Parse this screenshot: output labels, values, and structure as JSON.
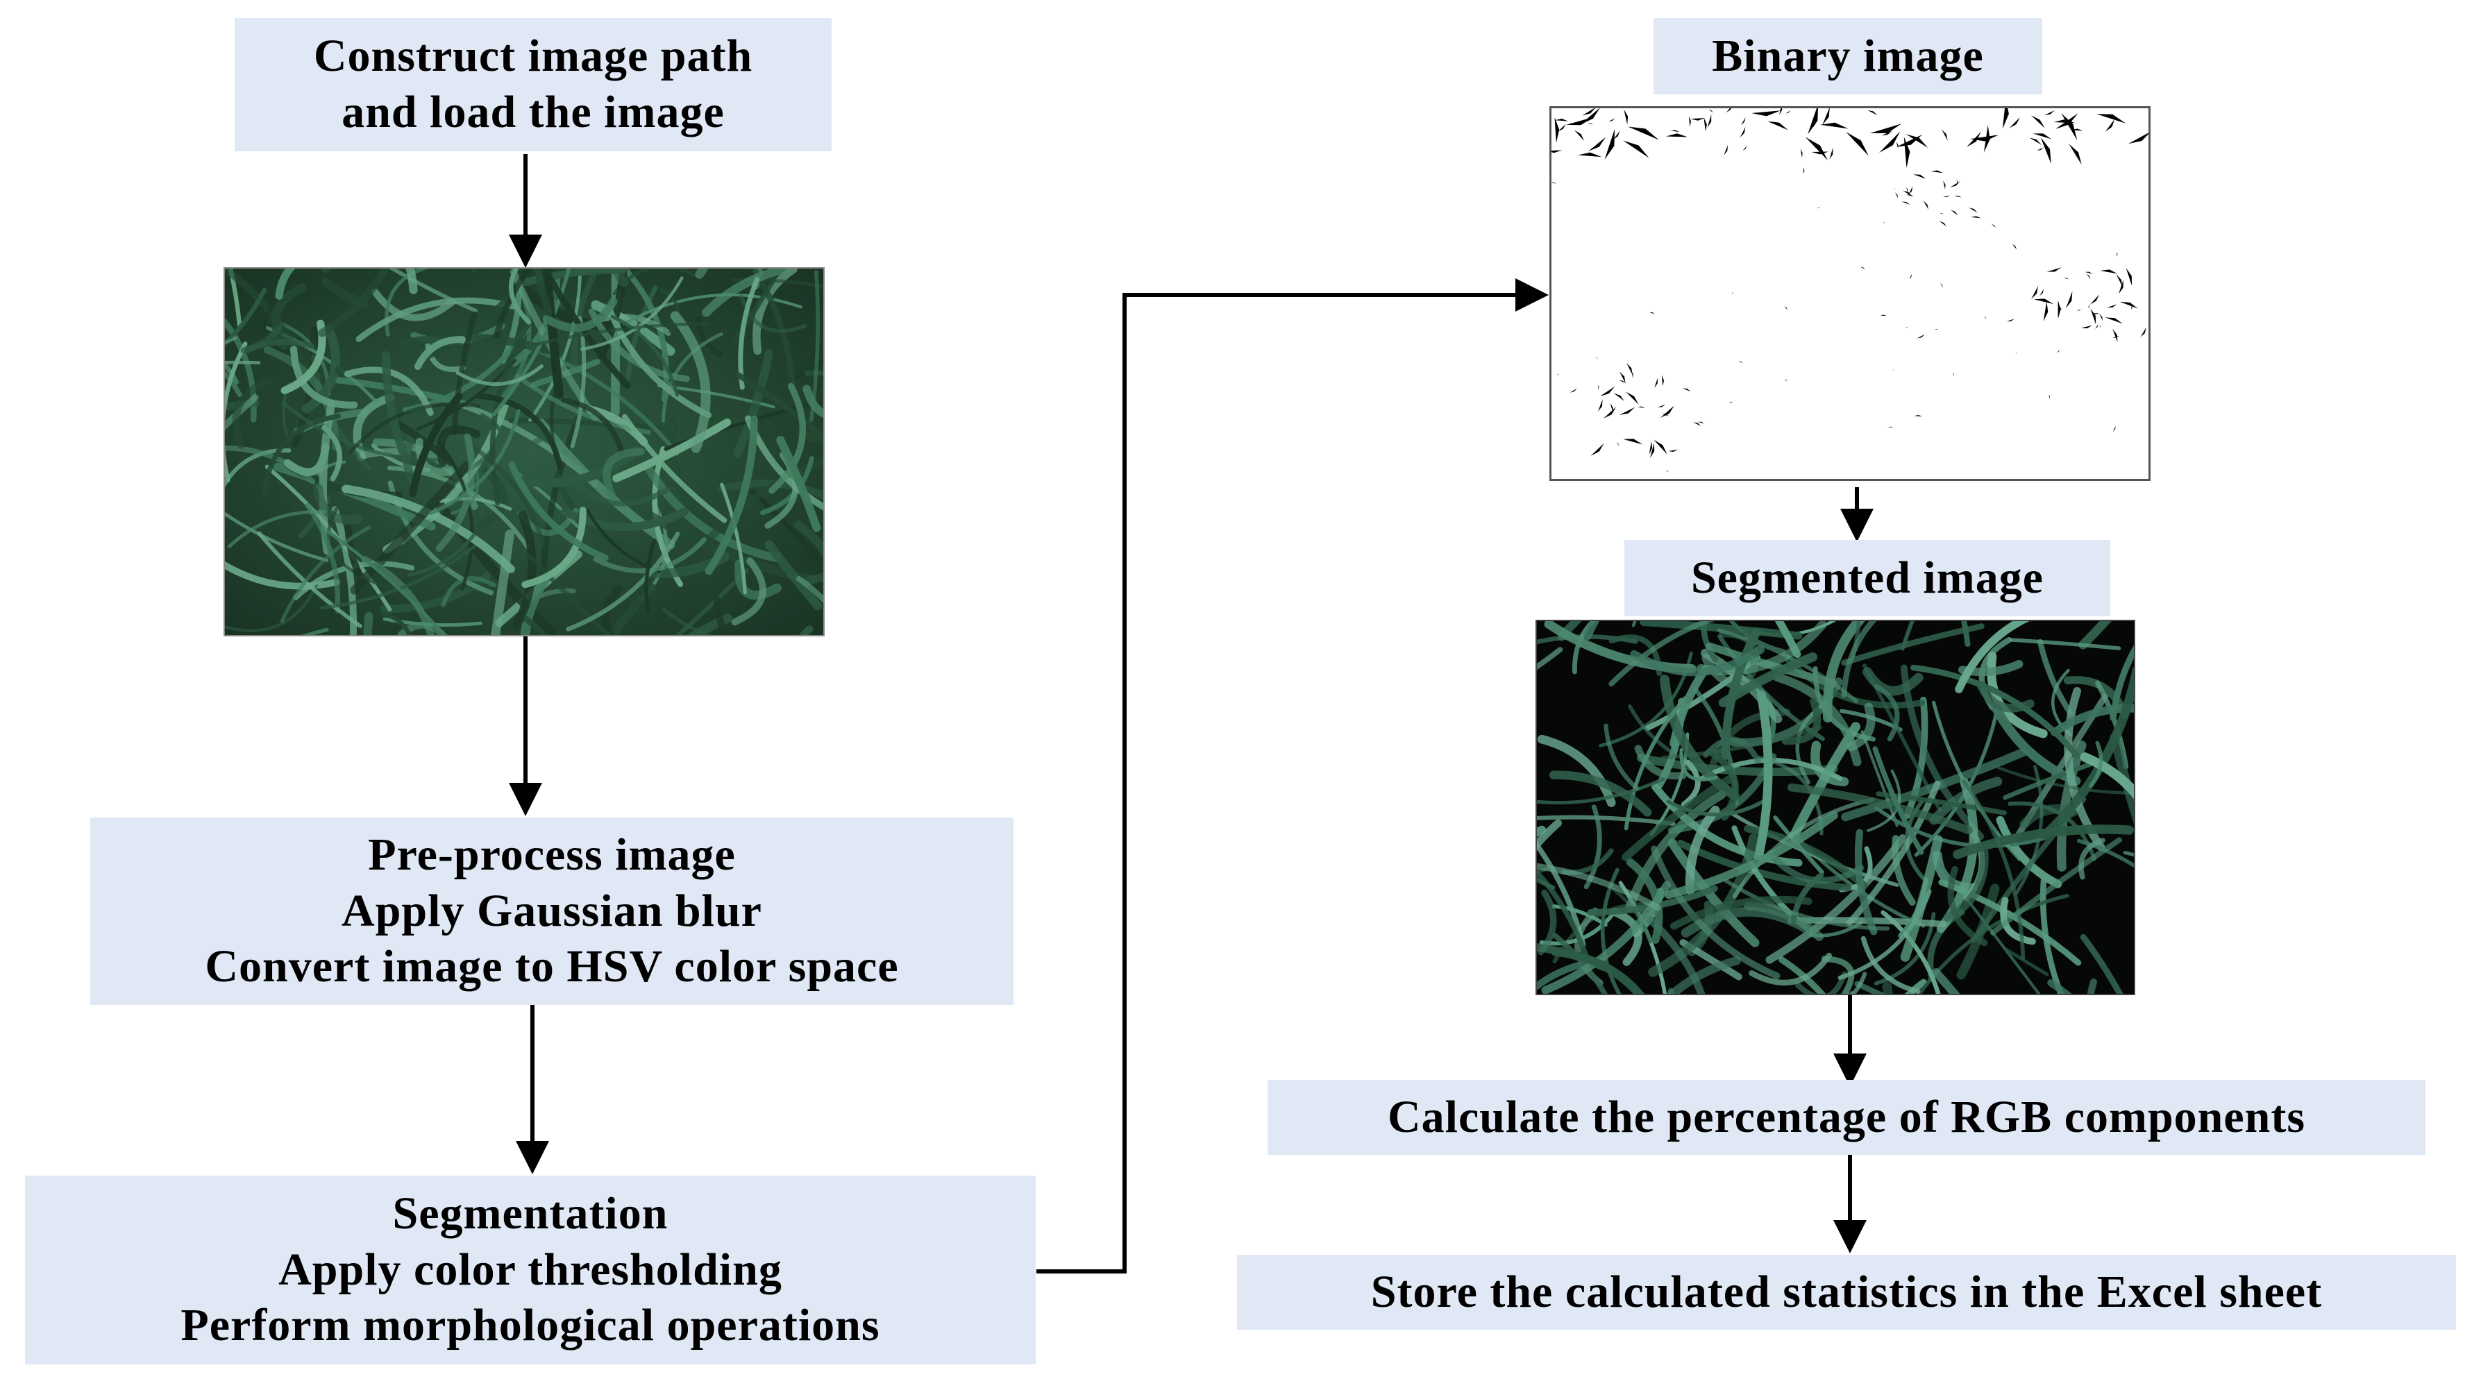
{
  "steps": {
    "load": [
      "Construct image path",
      "and load the image"
    ],
    "preprocess": [
      "Pre-process image",
      "Apply Gaussian blur",
      "Convert image to HSV color space"
    ],
    "segmentation": [
      "Segmentation",
      "Apply color thresholding",
      "Perform morphological operations"
    ],
    "binary": [
      "Binary image"
    ],
    "segmented": [
      "Segmented image"
    ],
    "rgb": [
      "Calculate the percentage of RGB components"
    ],
    "store": [
      "Store the calculated statistics in the Excel sheet"
    ]
  },
  "colors": {
    "box_fill": "#dfe8f4",
    "arrow": "#000000",
    "grass_dark": "#1c3826",
    "grass_light": "#4d8a6b",
    "segmented_bg": "#050807"
  }
}
